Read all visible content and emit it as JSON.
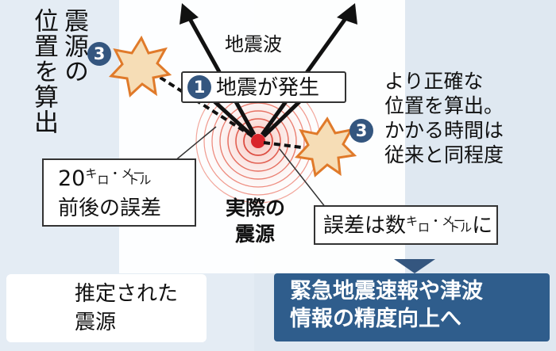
{
  "texts": {
    "top_wave": "地震波",
    "event_marker": "1",
    "event_label": "地震が発生",
    "left_marker": "3",
    "left_vertical_1": "震源の",
    "left_vertical_2": "位置を算出",
    "right_marker": "3",
    "right_line_1": "より正確な",
    "right_line_2": "位置を算出。",
    "right_line_3": "かかる時間は",
    "right_line_4": "従来と同程度",
    "error_old_1_num": "20",
    "error_old_1_unit_a": "キ",
    "error_old_1_unit_b": "ロ",
    "error_old_1_unit_c": "・メー",
    "error_old_1_unit_d": "トル",
    "error_old_2": "前後の誤差",
    "actual_1": "実際の",
    "actual_2": "震源",
    "error_new_a": "誤差は数",
    "error_new_b": "キ",
    "error_new_c": "ロ",
    "error_new_d": "・メー",
    "error_new_e": "トル",
    "error_new_f": "に",
    "legend_1": "推定された",
    "legend_2": "震源",
    "banner_1": "緊急地震速報や津波",
    "banner_2": "情報の精度向上へ"
  },
  "colors": {
    "panel_left": "#e4ecf4",
    "panel_right": "#dfe8f1",
    "marker": "#34567f",
    "banner": "#2f5d8c",
    "star_fill": "#f6ddb6",
    "star_stroke": "#e07a2a",
    "epicenter": "#d9252b"
  },
  "icons": [
    "up-arrow-icon",
    "star-burst-icon",
    "concentric-rings-icon",
    "down-triangle-icon"
  ]
}
